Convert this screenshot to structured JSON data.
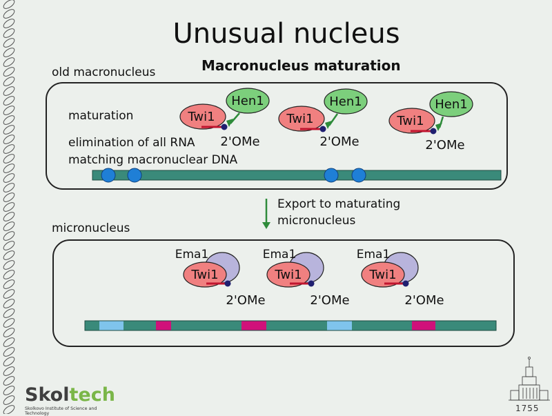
{
  "slide": {
    "title": "Unusual nucleus",
    "subtitle": "Macronucleus maturation",
    "year": "1755"
  },
  "macronucleus": {
    "label": "old macronucleus",
    "maturation_label": "maturation",
    "elimination_line1": "elimination of all RNA",
    "elimination_line2": "matching macronuclear DNA"
  },
  "complexes_top": [
    {
      "twi": "Twi1",
      "hen": "Hen1",
      "mod": "2'OMe"
    },
    {
      "twi": "Twi1",
      "hen": "Hen1",
      "mod": "2'OMe"
    },
    {
      "twi": "Twi1",
      "hen": "Hen1",
      "mod": "2'OMe"
    }
  ],
  "export": {
    "line1": "Export to maturating",
    "line2": "micronucleus"
  },
  "micronucleus": {
    "label": "micronucleus"
  },
  "complexes_bottom": [
    {
      "twi": "Twi1",
      "ema": "Ema1",
      "mod": "2'OMe"
    },
    {
      "twi": "Twi1",
      "ema": "Ema1",
      "mod": "2'OMe"
    },
    {
      "twi": "Twi1",
      "ema": "Ema1",
      "mod": "2'OMe"
    }
  ],
  "logo": {
    "word_a": "Skol",
    "word_b": "tech",
    "sub": "Skolkovo Institute of Science and Technology"
  },
  "colors": {
    "twi_fill": "#f08080",
    "hen_fill": "#7ccf7c",
    "ema_fill": "#b8b4dc",
    "dna_teal": "#3a8a7a",
    "dna_light_blue": "#7fc4ec",
    "dna_magenta": "#d0117a",
    "rna_blob": "#1f7fd6",
    "arrow_green": "#2e8b3a",
    "small_rna": "#c0152f",
    "end_dot": "#1f1f70"
  }
}
